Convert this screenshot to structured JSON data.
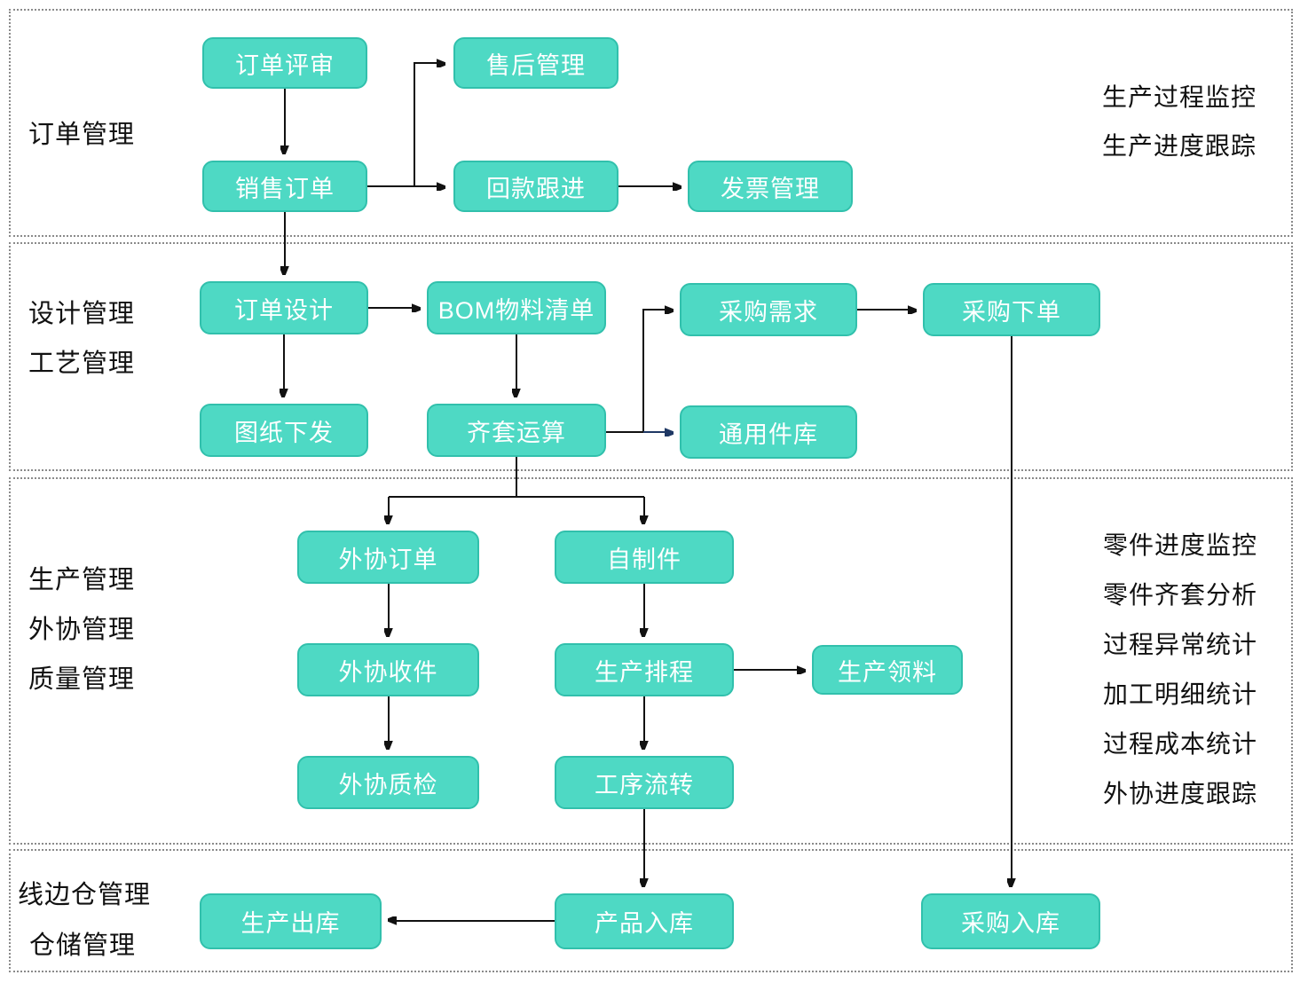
{
  "colors": {
    "node_fill": "#4ed9c4",
    "node_border": "#31c0ac",
    "node_text": "#ffffff",
    "arrow": "#111111",
    "arrow_alt": "#1f3864",
    "section_border": "#8a8a8a",
    "label_text": "#111111"
  },
  "labels": {
    "s1_1": "订单管理",
    "s2_1": "设计管理",
    "s2_2": "工艺管理",
    "s3_1": "生产管理",
    "s3_2": "外协管理",
    "s3_3": "质量管理",
    "s4_1": "线边仓管理",
    "s4_2": "仓储管理"
  },
  "notes_top": [
    "生产过程监控",
    "生产进度跟踪"
  ],
  "notes_mid": [
    "零件进度监控",
    "零件齐套分析",
    "过程异常统计",
    "加工明细统计",
    "过程成本统计",
    "外协进度跟踪"
  ],
  "nodes": {
    "order_review": "订单评审",
    "after_sales": "售后管理",
    "sales_order": "销售订单",
    "payment_follow": "回款跟进",
    "invoice": "发票管理",
    "order_design": "订单设计",
    "bom": "BOM物料清单",
    "drawing_release": "图纸下发",
    "kitting_calc": "齐套运算",
    "purchase_demand": "采购需求",
    "common_parts": "通用件库",
    "purchase_order": "采购下单",
    "outsource_order": "外协订单",
    "self_made": "自制件",
    "outsource_receive": "外协收件",
    "production_schedule": "生产排程",
    "material_pick": "生产领料",
    "outsource_qc": "外协质检",
    "process_flow": "工序流转",
    "production_outbound": "生产出库",
    "product_inbound": "产品入库",
    "purchase_inbound": "采购入库"
  }
}
